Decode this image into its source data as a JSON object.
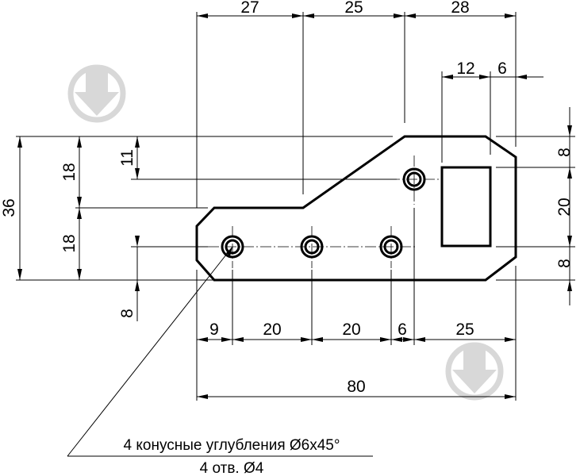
{
  "dimensions": {
    "top": [
      "27",
      "25",
      "28"
    ],
    "slot_width": "12",
    "slot_offset": "6",
    "overall_height": "36",
    "upper_half": "18",
    "lower_half": "18",
    "upper_hole_offset": "11",
    "lower_hole_offset": "8",
    "right": [
      "8",
      "20",
      "8"
    ],
    "bottom": [
      "9",
      "20",
      "20",
      "6",
      "25"
    ],
    "overall_width": "80"
  },
  "note": {
    "line1": "4 конусные углубления Ø6x45°",
    "line2": "4 отв. Ø4"
  },
  "watermark": {
    "icon": "download-arrow-icon",
    "color": "#d8d8d8"
  }
}
